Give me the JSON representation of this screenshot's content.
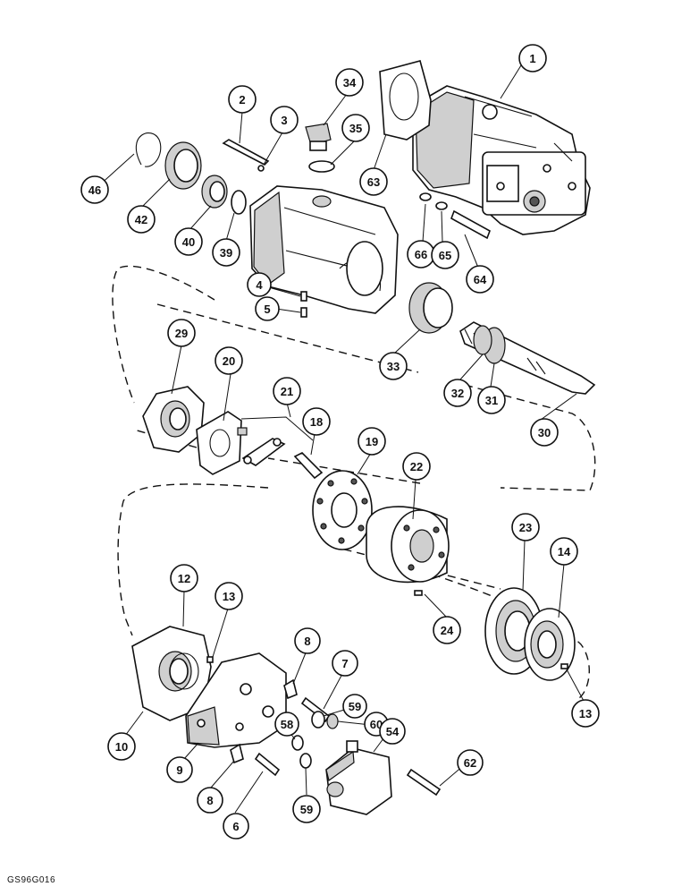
{
  "figure_id": "GS96G016",
  "callouts": {
    "c1": "1",
    "c2": "2",
    "c3": "3",
    "c4": "4",
    "c5": "5",
    "c6": "6",
    "c7": "7",
    "c8a": "8",
    "c8b": "8",
    "c9": "9",
    "c10": "10",
    "c12": "12",
    "c13a": "13",
    "c13b": "13",
    "c14": "14",
    "c18": "18",
    "c19": "19",
    "c20": "20",
    "c21": "21",
    "c22": "22",
    "c23": "23",
    "c24": "24",
    "c29": "29",
    "c30": "30",
    "c31": "31",
    "c32": "32",
    "c33": "33",
    "c34": "34",
    "c35": "35",
    "c39": "39",
    "c40": "40",
    "c42": "42",
    "c46": "46",
    "c54": "54",
    "c58": "58",
    "c59a": "59",
    "c59b": "59",
    "c60": "60",
    "c62": "62",
    "c63": "63",
    "c64": "64",
    "c65": "65",
    "c66": "66"
  }
}
